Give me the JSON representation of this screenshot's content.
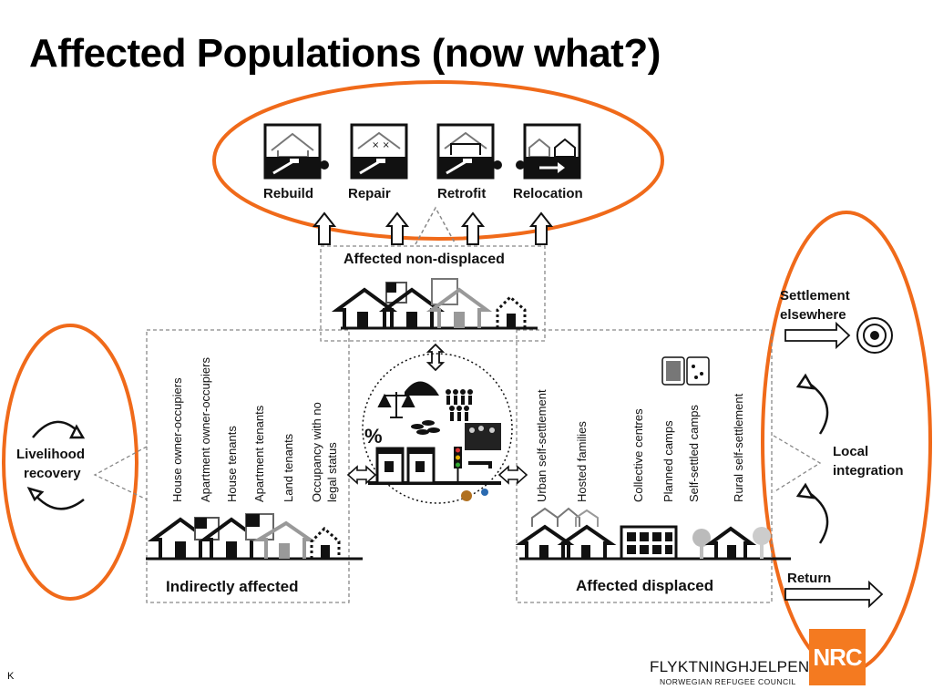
{
  "title": "Affected Populations (now what?)",
  "colors": {
    "accent": "#f06a1a",
    "nrc_orange": "#f47a20",
    "ink": "#111111",
    "grey": "#8a8a8a"
  },
  "top_actions": [
    {
      "label": "Rebuild",
      "icon": "rebuild-icon"
    },
    {
      "label": "Repair",
      "icon": "repair-icon"
    },
    {
      "label": "Retrofit",
      "icon": "retrofit-icon"
    },
    {
      "label": "Relocation",
      "icon": "relocation-icon"
    }
  ],
  "non_displaced": {
    "label": "Affected non-displaced"
  },
  "indirect": {
    "label": "Indirectly affected",
    "categories": [
      "House owner-occupiers",
      "Apartment owner-occupiers",
      "House tenants",
      "Apartment tenants",
      "Land tenants",
      "Occupancy with no",
      "legal status"
    ]
  },
  "displaced": {
    "label": "Affected displaced",
    "categories": [
      "Urban self-settlement",
      "Hosted families",
      "Collective centres",
      "Planned camps",
      "Self-settled camps",
      "Rural self-settlement"
    ]
  },
  "centre": {
    "percent_symbol": "%"
  },
  "livelihood": {
    "line1": "Livelihood",
    "line2": "recovery"
  },
  "outcomes": {
    "settlement_line1": "Settlement",
    "settlement_line2": "elsewhere",
    "local_line1": "Local",
    "local_line2": "integration",
    "return": "Return"
  },
  "footer": {
    "k": "K",
    "org_name": "FLYKTNINGHJELPEN",
    "org_sub": "NORWEGIAN REFUGEE COUNCIL",
    "logo": "NRC"
  }
}
